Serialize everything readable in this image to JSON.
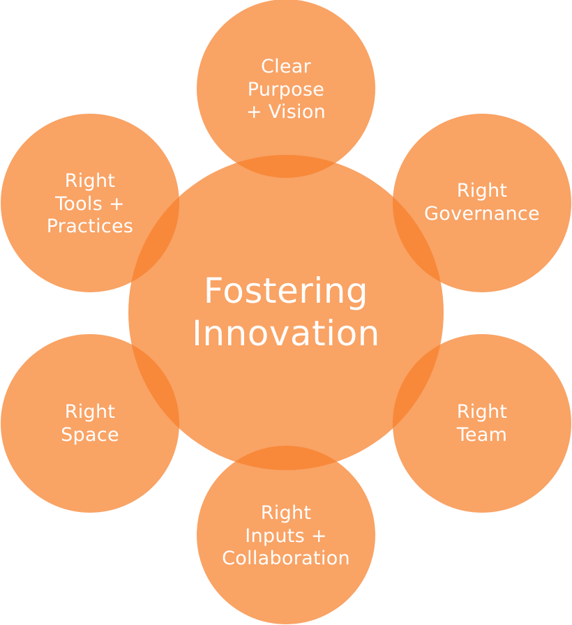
{
  "colors": {
    "circle_fill": "#f7802a",
    "text": "#ffffff"
  },
  "center": {
    "label": "Fostering\nInnovation"
  },
  "nodes": [
    {
      "id": "clear-purpose-vision",
      "label": "Clear\nPurpose\n+ Vision"
    },
    {
      "id": "right-governance",
      "label": "Right\nGovernance"
    },
    {
      "id": "right-team",
      "label": "Right\nTeam"
    },
    {
      "id": "right-inputs-collaboration",
      "label": "Right\nInputs +\nCollaboration"
    },
    {
      "id": "right-space",
      "label": "Right\nSpace"
    },
    {
      "id": "right-tools-practices",
      "label": "Right\nTools +\nPractices"
    }
  ]
}
